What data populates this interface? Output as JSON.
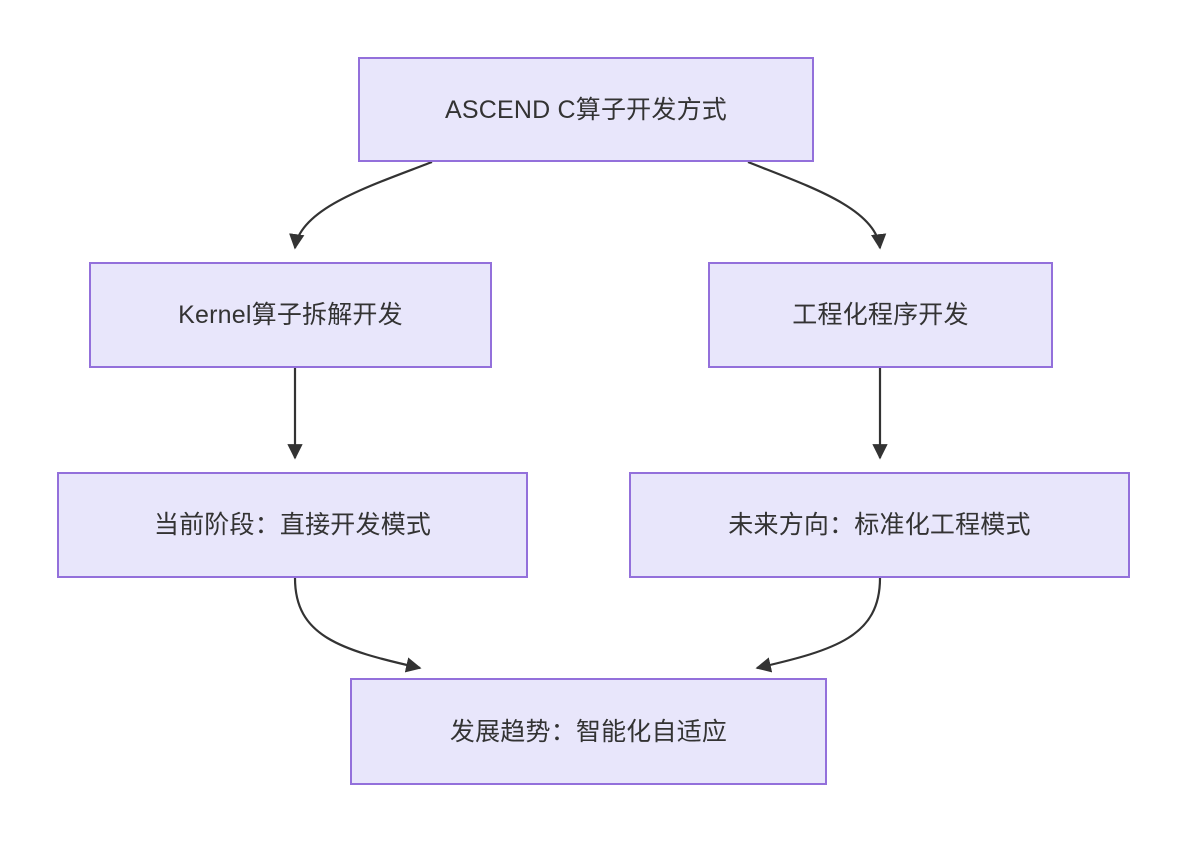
{
  "diagram": {
    "type": "flowchart",
    "direction": "top-down",
    "title": "ASCEND C算子开发方式",
    "background_color": "#ffffff",
    "node_fill_color": "#e8e6fb",
    "node_border_color": "#9370db",
    "node_text_color": "#333333",
    "edge_color": "#333333",
    "nodes": [
      {
        "id": "root",
        "label": "ASCEND C算子开发方式",
        "row": 0,
        "column": "center"
      },
      {
        "id": "kernel",
        "label": "Kernel算子拆解开发",
        "row": 1,
        "column": "left"
      },
      {
        "id": "eng",
        "label": "工程化程序开发",
        "row": 1,
        "column": "right"
      },
      {
        "id": "cur",
        "label": "当前阶段：直接开发模式",
        "row": 2,
        "column": "left"
      },
      {
        "id": "fut",
        "label": "未来方向：标准化工程模式",
        "row": 2,
        "column": "right"
      },
      {
        "id": "trend",
        "label": "发展趋势：智能化自适应",
        "row": 3,
        "column": "center"
      }
    ],
    "edges": [
      {
        "from": "root",
        "to": "kernel",
        "style": "curved",
        "arrow": "triangle"
      },
      {
        "from": "root",
        "to": "eng",
        "style": "curved",
        "arrow": "triangle"
      },
      {
        "from": "kernel",
        "to": "cur",
        "style": "straight",
        "arrow": "triangle"
      },
      {
        "from": "eng",
        "to": "fut",
        "style": "straight",
        "arrow": "triangle"
      },
      {
        "from": "cur",
        "to": "trend",
        "style": "curved",
        "arrow": "triangle"
      },
      {
        "from": "fut",
        "to": "trend",
        "style": "curved",
        "arrow": "triangle"
      }
    ]
  }
}
